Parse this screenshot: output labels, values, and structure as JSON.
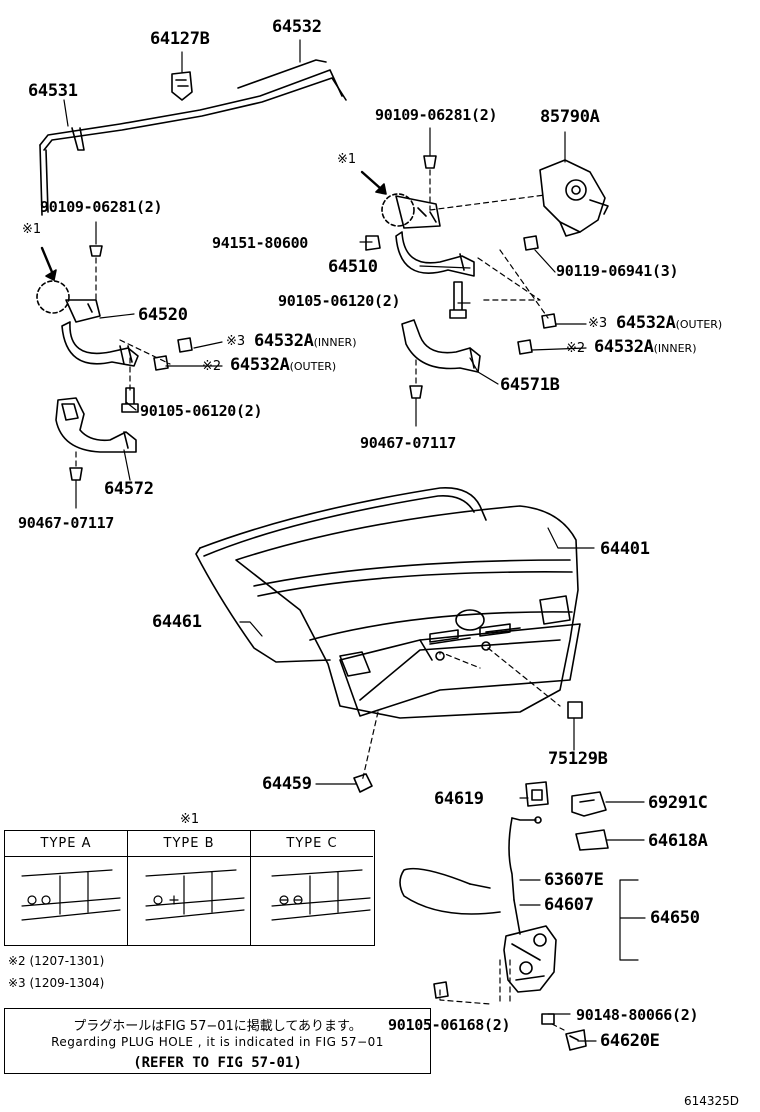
{
  "parts": {
    "p64127B": "64127B",
    "p64532": "64532",
    "p64531": "64531",
    "p90109_L": "90109-06281(2)",
    "p90109_R": "90109-06281(2)",
    "p85790A": "85790A",
    "mark1_left": "※1",
    "mark1_right": "※1",
    "p94151": "94151-80600",
    "p64510": "64510",
    "p90119": "90119-06941(3)",
    "p90105_R": "90105-06120(2)",
    "p64520": "64520",
    "mark3_R": "※3",
    "p64532A_RO": "64532A",
    "sub_RO": "(OUTER)",
    "mark2_R": "※2",
    "p64532A_RI": "64532A",
    "sub_RI": "(INNER)",
    "mark3_L": "※3",
    "p64532A_LI": "64532A",
    "sub_LI": "(INNER)",
    "mark2_L": "※2",
    "p64532A_LO": "64532A",
    "sub_LO": "(OUTER)",
    "p64571B": "64571B",
    "p90105_L": "90105-06120(2)",
    "p90467_R": "90467-07117",
    "p64572": "64572",
    "p90467_L": "90467-07117",
    "p64401": "64401",
    "p64461": "64461",
    "p75129B": "75129B",
    "p64459": "64459",
    "p64619": "64619",
    "p69291C": "69291C",
    "p64618A": "64618A",
    "p63607E": "63607E",
    "p64607": "64607",
    "p64650": "64650",
    "p90148": "90148-80066(2)",
    "p90105_B": "90105-06168(2)",
    "p64620E": "64620E"
  },
  "type_table": {
    "title": "※1",
    "types": [
      "TYPE  A",
      "TYPE  B",
      "TYPE  C"
    ]
  },
  "notes": {
    "note2": "※2 (1207-1301)",
    "note3": "※3 (1209-1304)"
  },
  "reference": {
    "japanese": "プラグホールはFIG 57−01に掲載してあります。",
    "english": "Regarding  PLUG  HOLE , it is indicated in FIG  57−01",
    "refer": "(REFER TO FIG 57-01)"
  },
  "figure_id": "614325D"
}
